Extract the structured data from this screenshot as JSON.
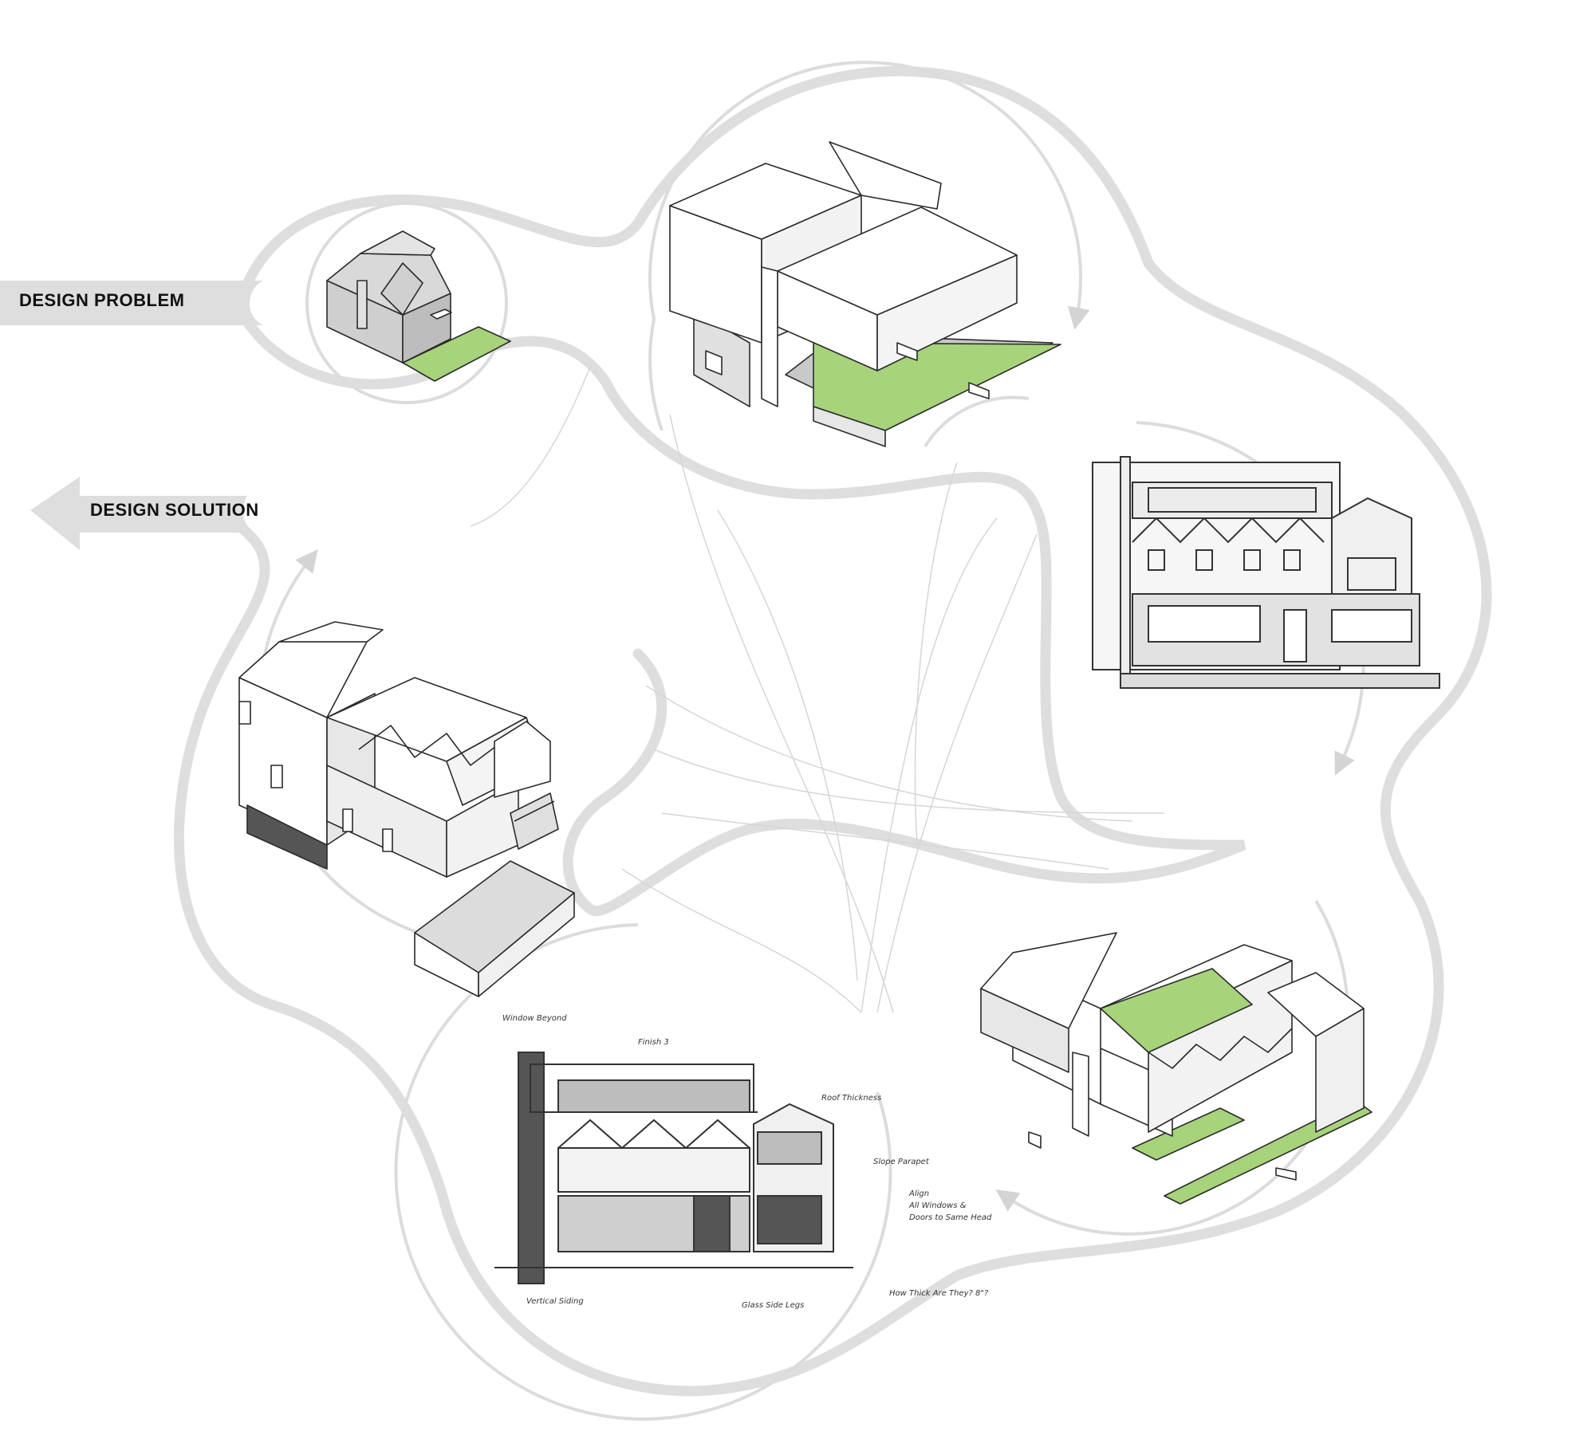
{
  "labels": {
    "problem": "DESIGN PROBLEM",
    "solution": "DESIGN SOLUTION"
  },
  "colors": {
    "loop": "#dedede",
    "arrow": "#d4d4d4",
    "line": "#2a2a2a",
    "wall": "#ffffff",
    "shadow": "#c9c9c9",
    "wall_shade": "#e7e7e7",
    "existing_house": "#cfcfcf",
    "lawn": "#a7d37b",
    "sketch_dark": "#555555",
    "sketch_light": "#bdbdbd"
  },
  "stages": [
    {
      "id": "existing-house",
      "icon": "existing-house-massing-icon"
    },
    {
      "id": "block-massing",
      "icon": "block-massing-icon"
    },
    {
      "id": "elevation-drawing",
      "icon": "elevation-drawing-icon"
    },
    {
      "id": "sawtooth-massing",
      "icon": "sawtooth-massing-icon"
    },
    {
      "id": "marked-up-elevation",
      "icon": "marked-up-elevation-icon"
    },
    {
      "id": "final-axonometric",
      "icon": "final-axonometric-icon"
    }
  ]
}
